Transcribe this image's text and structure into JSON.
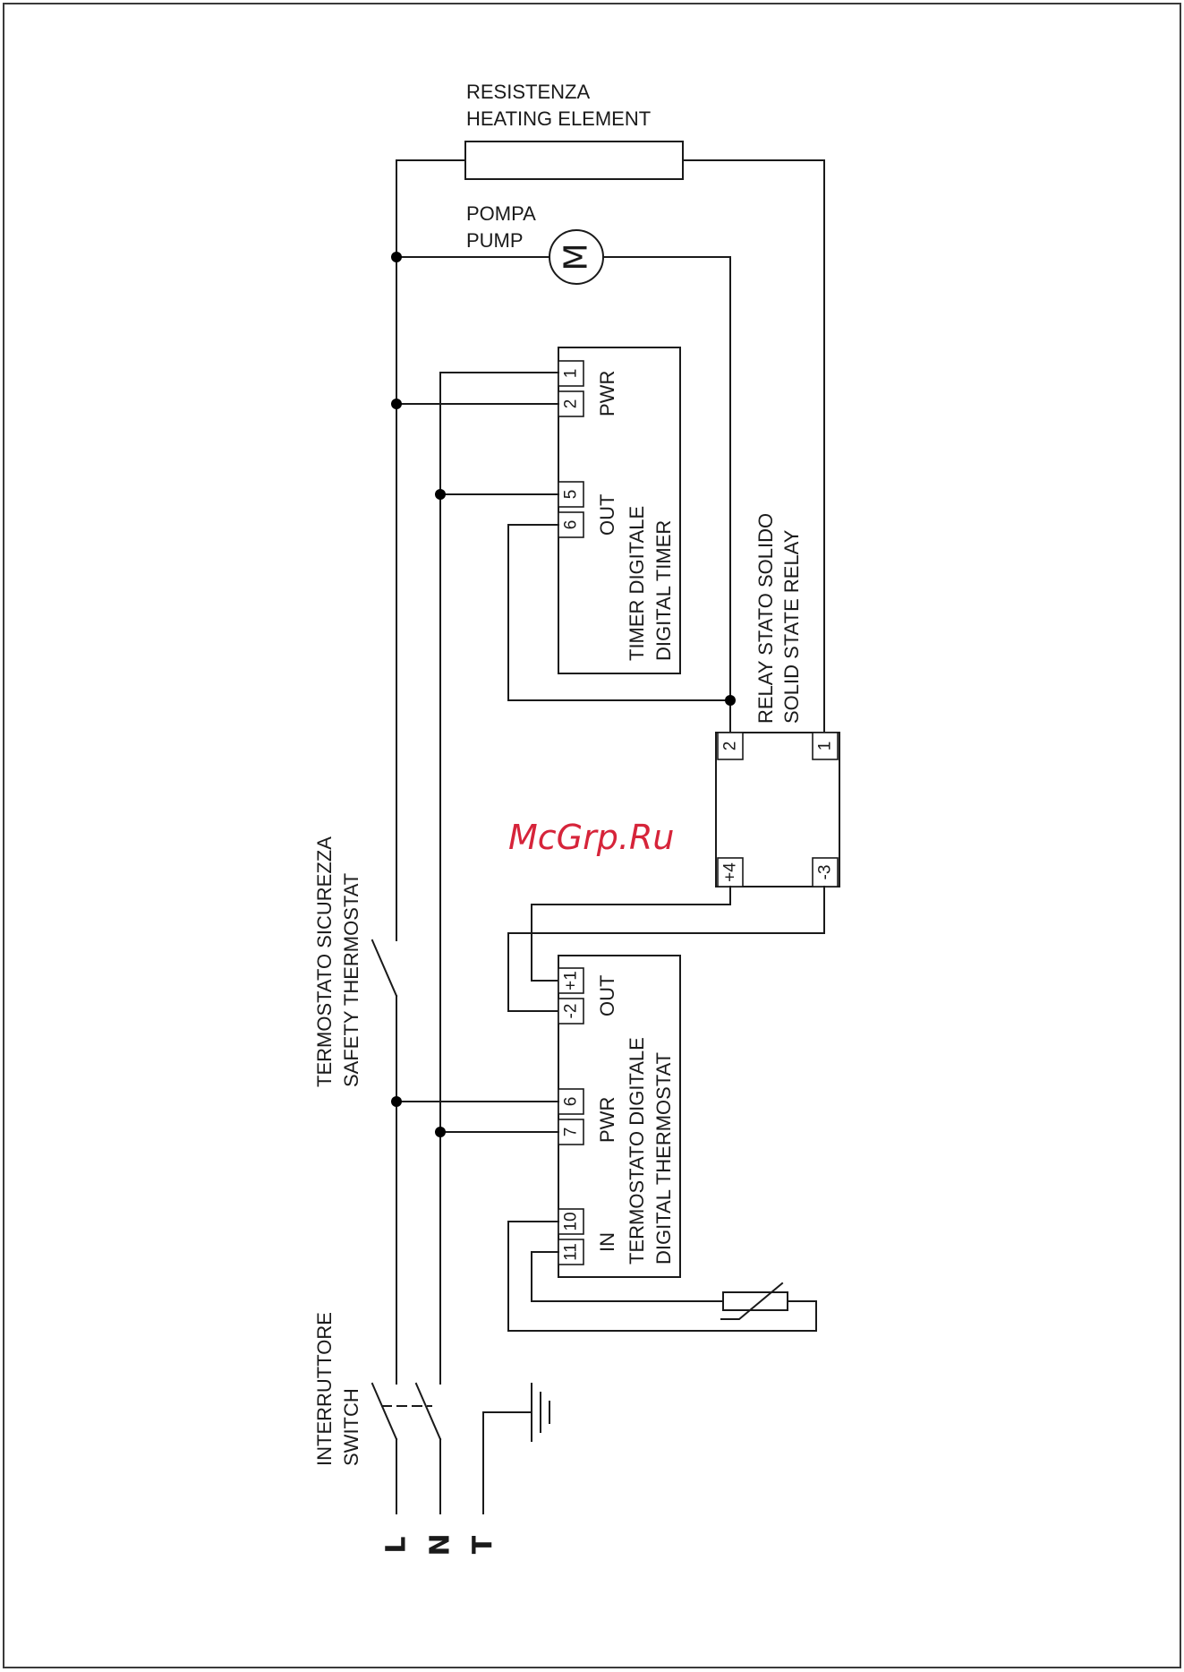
{
  "labels": {
    "heater_it": "RESISTENZA",
    "heater_en": "HEATING ELEMENT",
    "pump_it": "POMPA",
    "pump_en": "PUMP",
    "motor_symbol": "M",
    "timer_pwr": "PWR",
    "timer_out": "OUT",
    "timer_it": "TIMER DIGITALE",
    "timer_en": "DIGITAL TIMER",
    "relay_it": "RELAY STATO SOLIDO",
    "relay_en": "SOLID STATE RELAY",
    "safety_it": "TERMOSTATO SICUREZZA",
    "safety_en": "SAFETY THERMOSTAT",
    "thermo_out": "OUT",
    "thermo_pwr": "PWR",
    "thermo_in": "IN",
    "thermo_it": "TERMOSTATO DIGITALE",
    "thermo_en": "DIGITAL THERMOSTAT",
    "switch_it": "INTERRUTTORE",
    "switch_en": "SWITCH",
    "term_l": "L",
    "term_n": "N",
    "term_t": "T",
    "watermark": "McGrp.Ru"
  },
  "pins": {
    "timer_1": "1",
    "timer_2": "2",
    "timer_5": "5",
    "timer_6": "6",
    "relay_2": "2",
    "relay_1": "1",
    "relay_p4": "+4",
    "relay_m3": "-3",
    "thermo_p1": "+1",
    "thermo_m2": "-2",
    "thermo_6": "6",
    "thermo_7": "7",
    "thermo_10": "10",
    "thermo_11": "11"
  },
  "colors": {
    "line": "#1a1a1a",
    "watermark": "#d6243a",
    "frame": "#3a3a3a"
  }
}
